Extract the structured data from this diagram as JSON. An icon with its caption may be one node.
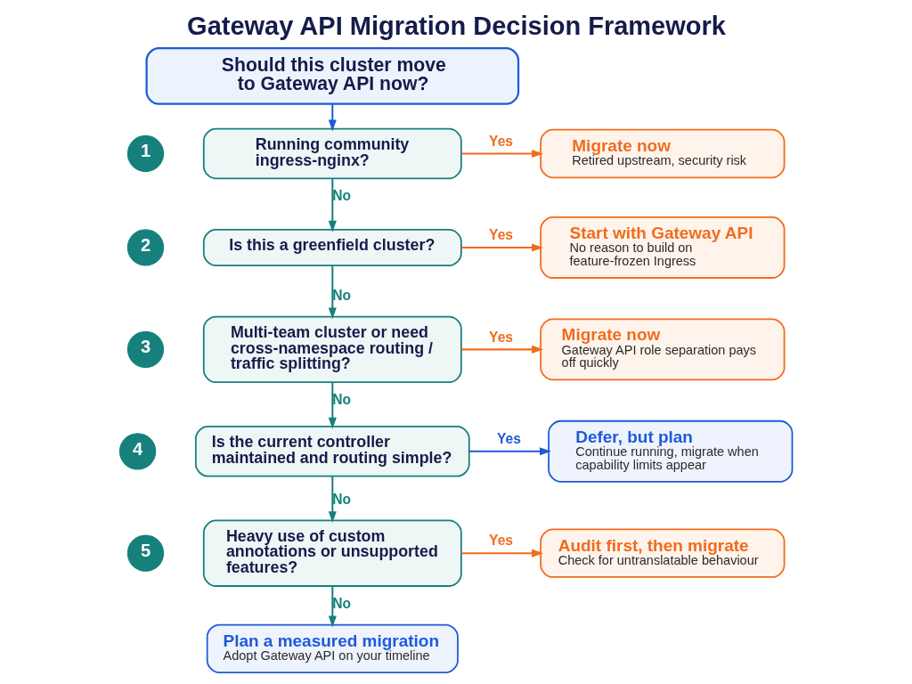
{
  "diagram": {
    "title": "Gateway API Migration Decision Framework",
    "nodes": [
      {
        "text": [
          "Should this cluster move to Gateway API now?"
        ]
      },
      {
        "text": [
          "1"
        ]
      },
      {
        "text": [
          "Running community ingress-nginx?"
        ]
      },
      {
        "text": [
          "Migrate now",
          "Retired upstream, security risk"
        ]
      },
      {
        "text": [
          "2"
        ]
      },
      {
        "text": [
          "Is this a greenfield cluster?"
        ]
      },
      {
        "text": [
          "Start with Gateway API",
          "No reason to build on feature-frozen Ingress"
        ]
      },
      {
        "text": [
          "3"
        ]
      },
      {
        "text": [
          "Multi-team cluster or need cross-namespace routing / traffic splitting?"
        ]
      },
      {
        "text": [
          "Migrate now",
          "Gateway API role separation pays off quickly"
        ]
      },
      {
        "text": [
          "4"
        ]
      },
      {
        "text": [
          "Is the current controller maintained and routing simple?"
        ]
      },
      {
        "text": [
          "Defer, but plan",
          "Continue running, migrate when capability limits appear"
        ]
      },
      {
        "text": [
          "5"
        ]
      },
      {
        "text": [
          "Heavy use of custom annotations or unsupported features?"
        ]
      },
      {
        "text": [
          "Audit first, then migrate",
          "Check for untranslatable behaviour"
        ]
      },
      {
        "text": [
          "Plan a measured migration",
          "Adopt Gateway API on your timeline"
        ]
      }
    ],
    "edges": [
      {
        "from": 0,
        "to": 2,
        "arrow": "to",
        "color": "#1f5ad8"
      },
      {
        "from": 2,
        "to": 3,
        "arrow": "to",
        "label": "Yes",
        "color": "#f26b1d"
      },
      {
        "from": 2,
        "to": 5,
        "arrow": "to",
        "label": "No"
      },
      {
        "from": 5,
        "to": 6,
        "arrow": "to",
        "label": "Yes",
        "color": "#f26b1d"
      },
      {
        "from": 5,
        "to": 8,
        "arrow": "to",
        "label": "No"
      },
      {
        "from": 8,
        "to": 9,
        "arrow": "to",
        "label": "Yes",
        "color": "#f26b1d"
      },
      {
        "from": 8,
        "to": 11,
        "arrow": "to",
        "label": "No"
      },
      {
        "from": 11,
        "to": 12,
        "arrow": "to",
        "label": "Yes",
        "color": "#1f5ad8"
      },
      {
        "from": 11,
        "to": 14,
        "arrow": "to",
        "label": "No"
      },
      {
        "from": 14,
        "to": 15,
        "arrow": "to",
        "label": "Yes",
        "color": "#f26b1d"
      },
      {
        "from": 14,
        "to": 16,
        "arrow": "to",
        "label": "No"
      }
    ]
  }
}
